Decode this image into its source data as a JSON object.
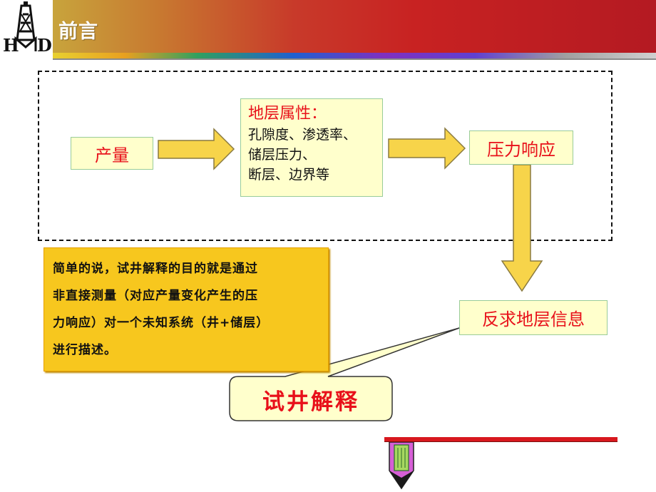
{
  "header": {
    "logo_text": "HMD",
    "title": "前言"
  },
  "diagram": {
    "production": "产量",
    "properties": {
      "title": "地层属性：",
      "lines": [
        "孔隙度、渗透率、",
        "储层压力、",
        "断层、边界等"
      ]
    },
    "pressure_response": "压力响应",
    "inverse_info": "反求地层信息"
  },
  "summary": {
    "lines": [
      "简单的说，试井解释的目的就是通过",
      "非直接测量（对应产量变化产生的压",
      "力响应）对一个未知系统（井+储层）",
      "进行描述。"
    ]
  },
  "callout": {
    "text": "试井解释"
  },
  "colors": {
    "header_red": "#c82222",
    "box_fill": "#ffffcc",
    "box_text_red": "#e8101a",
    "arrow_fill": "#f7d44a",
    "summary_fill": "#f7c71e"
  }
}
